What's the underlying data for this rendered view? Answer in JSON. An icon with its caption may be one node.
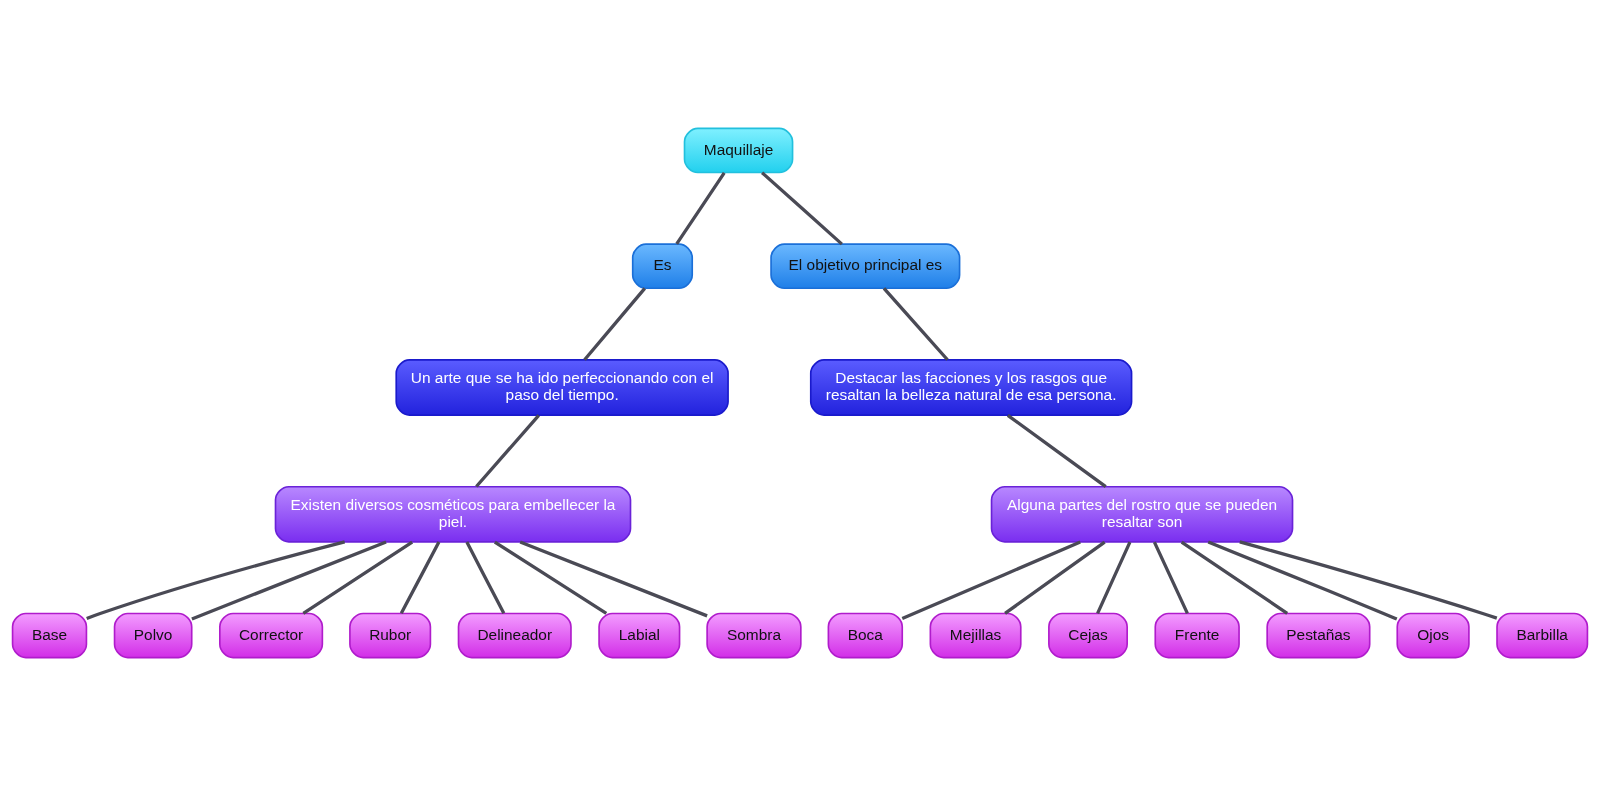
{
  "diagram": {
    "nodes": [
      {
        "text": [
          "Maquillaje"
        ]
      },
      {
        "text": [
          "Es"
        ]
      },
      {
        "text": [
          "El objetivo principal es"
        ]
      },
      {
        "text": [
          "Un arte que se ha ido perfeccionando con el paso del tiempo."
        ]
      },
      {
        "text": [
          "Destacar las facciones y los rasgos que resaltan la belleza natural de esa persona."
        ]
      },
      {
        "text": [
          "Existen diversos cosméticos para embellecer la piel."
        ]
      },
      {
        "text": [
          "Base"
        ]
      },
      {
        "text": [
          "Polvo"
        ]
      },
      {
        "text": [
          "Corrector"
        ]
      },
      {
        "text": [
          "Rubor"
        ]
      },
      {
        "text": [
          "Delineador"
        ]
      },
      {
        "text": [
          "Labial"
        ]
      },
      {
        "text": [
          "Sombra"
        ]
      },
      {
        "text": [
          "Alguna partes del rostro que se pueden resaltar son"
        ]
      },
      {
        "text": [
          "Boca"
        ]
      },
      {
        "text": [
          "Mejillas"
        ]
      },
      {
        "text": [
          "Cejas"
        ]
      },
      {
        "text": [
          "Frente"
        ]
      },
      {
        "text": [
          "Pestañas"
        ]
      },
      {
        "text": [
          "Ojos"
        ]
      },
      {
        "text": [
          "Barbilla"
        ]
      }
    ],
    "edges": [
      {
        "from": 0,
        "to": 1,
        "arrow": "none"
      },
      {
        "from": 0,
        "to": 2,
        "arrow": "none"
      },
      {
        "from": 1,
        "to": 3,
        "arrow": "none"
      },
      {
        "from": 2,
        "to": 4,
        "arrow": "none"
      },
      {
        "from": 3,
        "to": 5,
        "arrow": "none"
      },
      {
        "from": 4,
        "to": 13,
        "arrow": "none"
      },
      {
        "from": 5,
        "to": 6,
        "arrow": "none"
      },
      {
        "from": 5,
        "to": 7,
        "arrow": "none"
      },
      {
        "from": 5,
        "to": 8,
        "arrow": "none"
      },
      {
        "from": 5,
        "to": 9,
        "arrow": "none"
      },
      {
        "from": 5,
        "to": 10,
        "arrow": "none"
      },
      {
        "from": 5,
        "to": 11,
        "arrow": "none"
      },
      {
        "from": 5,
        "to": 12,
        "arrow": "none"
      },
      {
        "from": 13,
        "to": 14,
        "arrow": "none"
      },
      {
        "from": 13,
        "to": 15,
        "arrow": "none"
      },
      {
        "from": 13,
        "to": 16,
        "arrow": "none"
      },
      {
        "from": 13,
        "to": 17,
        "arrow": "none"
      },
      {
        "from": 13,
        "to": 18,
        "arrow": "none"
      },
      {
        "from": 13,
        "to": 19,
        "arrow": "none"
      },
      {
        "from": 13,
        "to": 20,
        "arrow": "none"
      }
    ]
  }
}
